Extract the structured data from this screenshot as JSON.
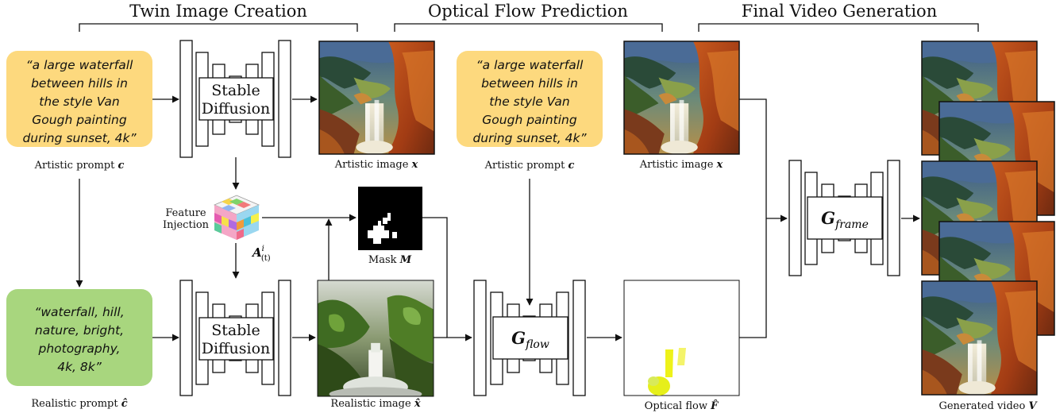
{
  "sections": {
    "twin": "Twin Image Creation",
    "flow": "Optical Flow Prediction",
    "video": "Final Video Generation"
  },
  "prompts": {
    "artistic_lines": [
      "“a large waterfall",
      "between hills in",
      "the style Van",
      "Gough painting",
      "during sunset, 4k”"
    ],
    "realistic_lines": [
      "“waterfall, hill,",
      "nature, bright,",
      "photography,",
      "4k, 8k”"
    ]
  },
  "blocks": {
    "sd_line1": "Stable",
    "sd_line2": "Diffusion",
    "gflow_main": "G",
    "gflow_sub": "flow",
    "gframe_main": "G",
    "gframe_sub": "frame"
  },
  "labels": {
    "artistic_prompt": "Artistic prompt",
    "artistic_prompt_sym": "c",
    "realistic_prompt": "Realistic prompt",
    "realistic_prompt_sym": "ĉ",
    "artistic_image": "Artistic image",
    "artistic_image_sym": "x",
    "realistic_image": "Realistic image",
    "realistic_image_sym": "x̂",
    "mask": "Mask",
    "mask_sym": "M",
    "optical_flow": "Optical flow",
    "optical_flow_sym": "F̂",
    "generated_video": "Generated video",
    "generated_video_sym": "V",
    "feature_line1": "Feature",
    "feature_line2": "Injection",
    "attention_main": "A",
    "attention_sup": "i",
    "attention_sub": "(t)"
  },
  "colors": {
    "artistic_prompt_box": "#fdd97e",
    "realistic_prompt_box": "#a8d67e",
    "flow_yellow": "#eef21a",
    "mask_bg": "#000000"
  }
}
